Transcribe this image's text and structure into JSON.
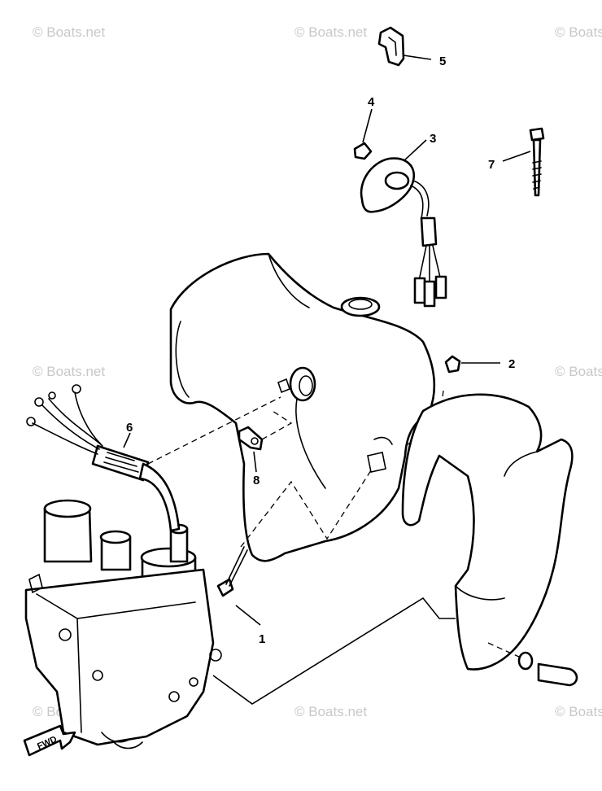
{
  "callouts": {
    "c1": "1",
    "c2": "2",
    "c3": "3",
    "c4": "4",
    "c5": "5",
    "c6": "6",
    "c7": "7",
    "c8": "8"
  },
  "watermark": "© Boats.net",
  "direction_arrow": "FWD",
  "colors": {
    "line": "#000000",
    "watermark": "#c8c8c8",
    "background": "#ffffff"
  }
}
